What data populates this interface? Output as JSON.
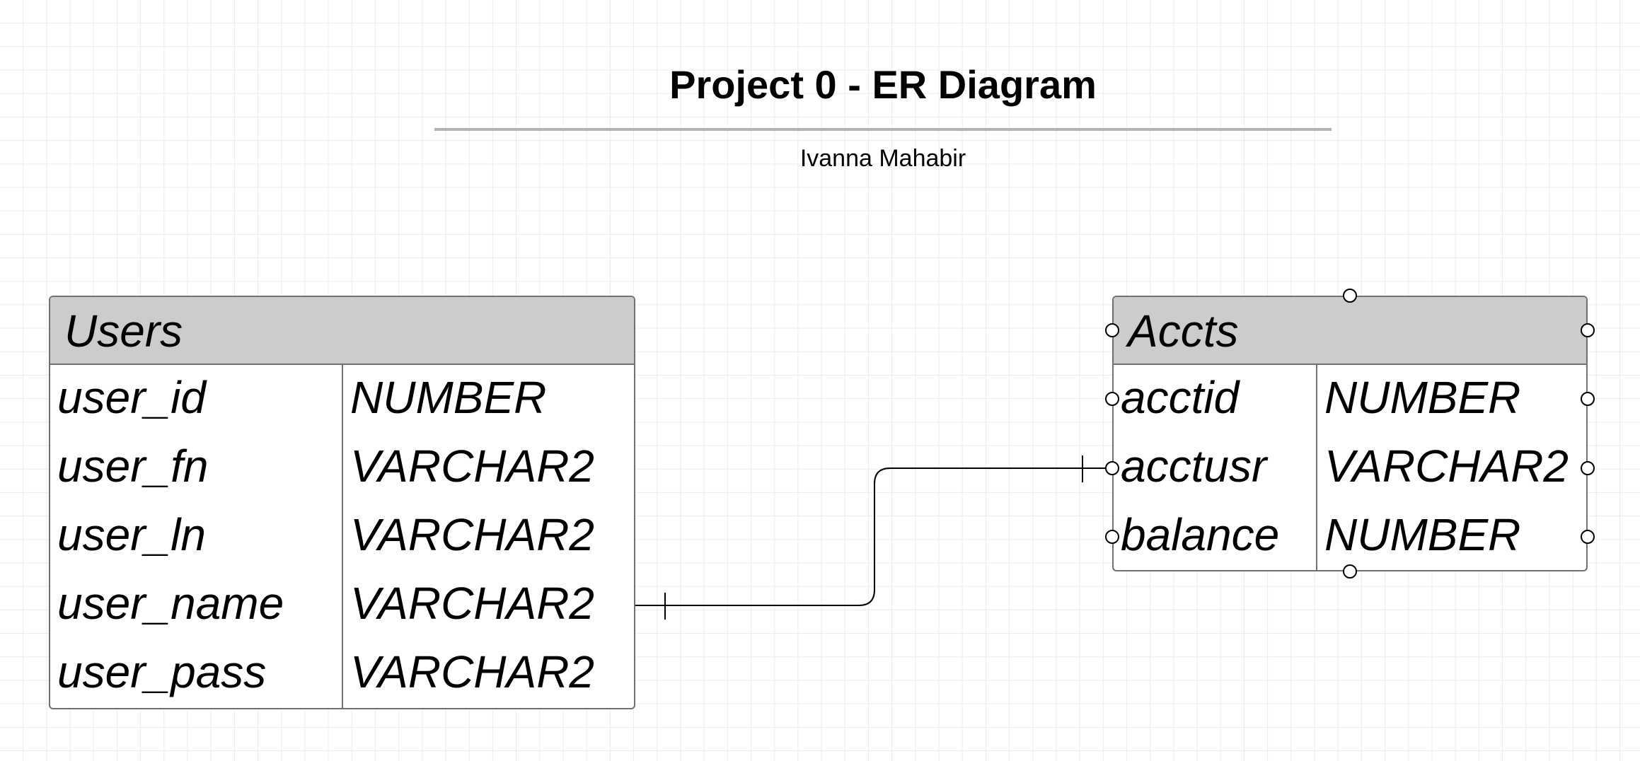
{
  "diagram": {
    "title": "Project 0 - ER Diagram",
    "author": "Ivanna Mahabir"
  },
  "entities": {
    "users": {
      "name": "Users",
      "fields": [
        {
          "name": "user_id",
          "type": "NUMBER"
        },
        {
          "name": "user_fn",
          "type": "VARCHAR2"
        },
        {
          "name": "user_ln",
          "type": "VARCHAR2"
        },
        {
          "name": "user_name",
          "type": "VARCHAR2"
        },
        {
          "name": "user_pass",
          "type": "VARCHAR2"
        }
      ]
    },
    "accts": {
      "name": "Accts",
      "fields": [
        {
          "name": "acctid",
          "type": "NUMBER"
        },
        {
          "name": "acctusr",
          "type": "VARCHAR2"
        },
        {
          "name": "balance",
          "type": "NUMBER"
        }
      ]
    }
  },
  "relationship": {
    "from": "Users.user_name",
    "to": "Accts.acctusr",
    "from_cardinality": "one",
    "to_cardinality": "one"
  },
  "colors": {
    "header_fill": "#cccccc",
    "border": "#707070",
    "grid": "#ececec",
    "title_rule": "#b3b3b3",
    "connector": "#000000"
  }
}
